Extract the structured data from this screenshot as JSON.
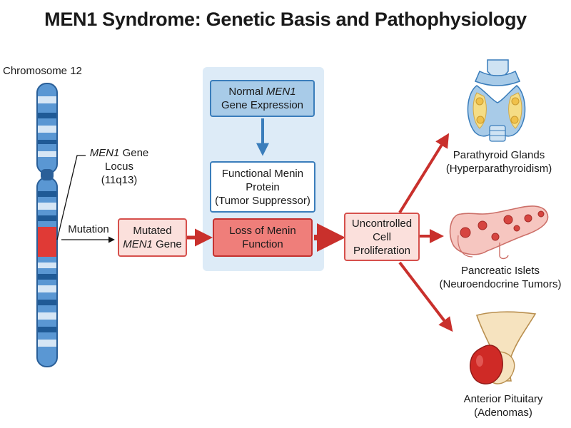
{
  "title": "MEN1 Syndrome: Genetic Basis and Pathophysiology",
  "chromosome": {
    "label": "Chromosome 12"
  },
  "locus": {
    "gene": "MEN1",
    "line1_rest": " Gene",
    "line2": "Locus",
    "line3": "(11q13)"
  },
  "mutation_label": "Mutation",
  "boxes": {
    "normal": {
      "line1_pre": "Normal ",
      "gene": "MEN1",
      "line2": "Gene Expression"
    },
    "functional": {
      "line1": "Functional Menin",
      "line2": "Protein",
      "line3": "(Tumor Suppressor)"
    },
    "mutated": {
      "line1": "Mutated",
      "gene": "MEN1",
      "line2_rest": " Gene"
    },
    "loss": {
      "line1": "Loss of Menin",
      "line2": "Function"
    },
    "uncontrolled": {
      "line1": "Uncontrolled",
      "line2": "Cell",
      "line3": "Proliferation"
    }
  },
  "outcomes": {
    "parathyroid": {
      "line1": "Parathyroid Glands",
      "line2": "(Hyperparathyroidism)"
    },
    "pancreas": {
      "line1": "Pancreatic Islets",
      "line2": "(Neuroendocrine Tumors)"
    },
    "pituitary": {
      "line1": "Anterior Pituitary",
      "line2": "(Adenomas)"
    }
  },
  "colors": {
    "chromosome_blue": "#4d8dcc",
    "band_dark": "#1f5a96",
    "mutation_red": "#e03a36",
    "arrow_blue": "#3a7dbb",
    "arrow_red": "#c9302c"
  }
}
